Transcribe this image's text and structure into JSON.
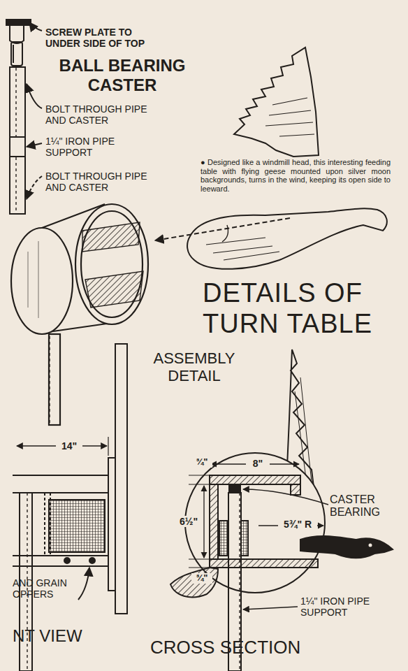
{
  "diagram": {
    "title": "DETAILS OF TURN TABLE",
    "caption": "● Designed like a windmill head, this interesting feeding table with flying geese mounted upon silver moon backgrounds, turns in the wind, keeping its open side to leeward.",
    "labels": [
      "SCREW PLATE TO UNDER SIDE OF TOP",
      "BALL BEARING CASTER",
      "BOLT THROUGH PIPE AND CASTER",
      "1¼\" IRON PIPE SUPPORT",
      "BOLT THROUGH PIPE AND CASTER",
      "ASSEMBLY DETAIL",
      "¾\"",
      "8\"",
      "14\"",
      "6½\"",
      "5¾\" R",
      "CASTER BEARING",
      "¾\"",
      "AND GRAIN OPPERS",
      "1¼\" IRON PIPE SUPPORT",
      "NT VIEW",
      "CROSS SECTION"
    ]
  }
}
